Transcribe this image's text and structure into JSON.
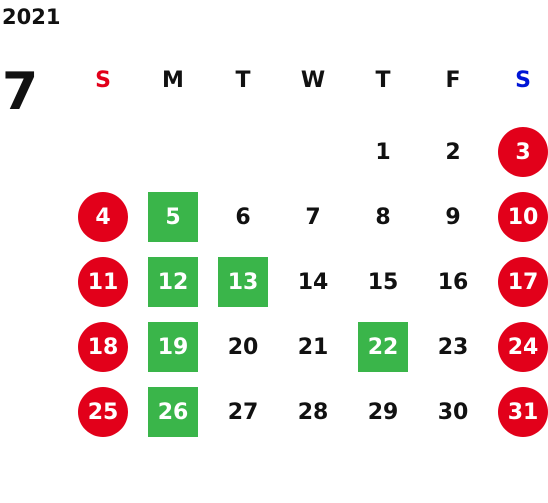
{
  "year": "2021",
  "month": "7",
  "weekdays": [
    "S",
    "M",
    "T",
    "W",
    "T",
    "F",
    "S"
  ],
  "colors": {
    "sunday": "#e2001a",
    "saturday_header": "#0015d6",
    "weekend_circle": "#e2001a",
    "highlight": "#3ab54a"
  },
  "weeks": [
    [
      {
        "day": "",
        "type": "empty"
      },
      {
        "day": "",
        "type": "empty"
      },
      {
        "day": "",
        "type": "empty"
      },
      {
        "day": "",
        "type": "empty"
      },
      {
        "day": "1",
        "type": "normal"
      },
      {
        "day": "2",
        "type": "normal"
      },
      {
        "day": "3",
        "type": "weekend"
      }
    ],
    [
      {
        "day": "4",
        "type": "weekend"
      },
      {
        "day": "5",
        "type": "highlight"
      },
      {
        "day": "6",
        "type": "normal"
      },
      {
        "day": "7",
        "type": "normal"
      },
      {
        "day": "8",
        "type": "normal"
      },
      {
        "day": "9",
        "type": "normal"
      },
      {
        "day": "10",
        "type": "weekend"
      }
    ],
    [
      {
        "day": "11",
        "type": "weekend"
      },
      {
        "day": "12",
        "type": "highlight"
      },
      {
        "day": "13",
        "type": "highlight"
      },
      {
        "day": "14",
        "type": "normal"
      },
      {
        "day": "15",
        "type": "normal"
      },
      {
        "day": "16",
        "type": "normal"
      },
      {
        "day": "17",
        "type": "weekend"
      }
    ],
    [
      {
        "day": "18",
        "type": "weekend"
      },
      {
        "day": "19",
        "type": "highlight"
      },
      {
        "day": "20",
        "type": "normal"
      },
      {
        "day": "21",
        "type": "normal"
      },
      {
        "day": "22",
        "type": "highlight"
      },
      {
        "day": "23",
        "type": "normal"
      },
      {
        "day": "24",
        "type": "weekend"
      }
    ],
    [
      {
        "day": "25",
        "type": "weekend"
      },
      {
        "day": "26",
        "type": "highlight"
      },
      {
        "day": "27",
        "type": "normal"
      },
      {
        "day": "28",
        "type": "normal"
      },
      {
        "day": "29",
        "type": "normal"
      },
      {
        "day": "30",
        "type": "normal"
      },
      {
        "day": "31",
        "type": "weekend"
      }
    ]
  ]
}
